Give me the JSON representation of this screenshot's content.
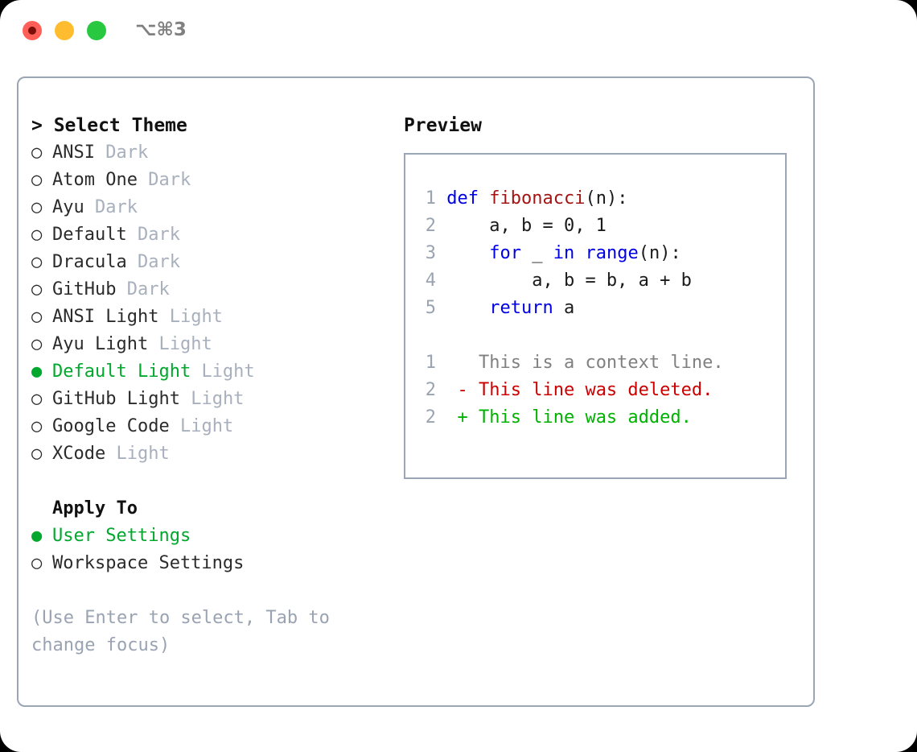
{
  "titlebar": {
    "shortcut": "⌥⌘3",
    "buttons": {
      "close": "close",
      "minimize": "minimize",
      "maximize": "maximize"
    }
  },
  "theme_picker": {
    "header": "> Select Theme",
    "options": [
      {
        "bullet": "○",
        "name": "ANSI",
        "badge": "Dark",
        "selected": false
      },
      {
        "bullet": "○",
        "name": "Atom One",
        "badge": "Dark",
        "selected": false
      },
      {
        "bullet": "○",
        "name": "Ayu",
        "badge": "Dark",
        "selected": false
      },
      {
        "bullet": "○",
        "name": "Default",
        "badge": "Dark",
        "selected": false
      },
      {
        "bullet": "○",
        "name": "Dracula",
        "badge": "Dark",
        "selected": false
      },
      {
        "bullet": "○",
        "name": "GitHub",
        "badge": "Dark",
        "selected": false
      },
      {
        "bullet": "○",
        "name": "ANSI Light",
        "badge": "Light",
        "selected": false
      },
      {
        "bullet": "○",
        "name": "Ayu Light",
        "badge": "Light",
        "selected": false
      },
      {
        "bullet": "●",
        "name": "Default Light",
        "badge": "Light",
        "selected": true
      },
      {
        "bullet": "○",
        "name": "GitHub Light",
        "badge": "Light",
        "selected": false
      },
      {
        "bullet": "○",
        "name": "Google Code",
        "badge": "Light",
        "selected": false
      },
      {
        "bullet": "○",
        "name": "XCode",
        "badge": "Light",
        "selected": false
      }
    ]
  },
  "apply_to": {
    "header": "Apply To",
    "options": [
      {
        "bullet": "●",
        "name": "User Settings",
        "selected": true
      },
      {
        "bullet": "○",
        "name": "Workspace Settings",
        "selected": false
      }
    ]
  },
  "hint": "(Use Enter to select, Tab to change focus)",
  "preview": {
    "title": "Preview",
    "code_lines": [
      {
        "no": "1",
        "indent": "",
        "tokens": [
          {
            "t": "def",
            "c": "kw"
          },
          {
            "t": " ",
            "c": "code-text"
          },
          {
            "t": "fibonacci",
            "c": "fn"
          },
          {
            "t": "(n):",
            "c": "code-text"
          }
        ]
      },
      {
        "no": "2",
        "indent": "    ",
        "tokens": [
          {
            "t": "a, b = 0, 1",
            "c": "code-text"
          }
        ]
      },
      {
        "no": "3",
        "indent": "    ",
        "tokens": [
          {
            "t": "for",
            "c": "kw"
          },
          {
            "t": " _ ",
            "c": "code-text"
          },
          {
            "t": "in",
            "c": "kw"
          },
          {
            "t": " ",
            "c": "code-text"
          },
          {
            "t": "range",
            "c": "kw"
          },
          {
            "t": "(n):",
            "c": "code-text"
          }
        ]
      },
      {
        "no": "4",
        "indent": "        ",
        "tokens": [
          {
            "t": "a, b = b, a + b",
            "c": "code-text"
          }
        ]
      },
      {
        "no": "5",
        "indent": "    ",
        "tokens": [
          {
            "t": "return",
            "c": "kw"
          },
          {
            "t": " a",
            "c": "code-text"
          }
        ]
      }
    ],
    "diff_lines": [
      {
        "no": "1",
        "marker": " ",
        "text": " This is a context line.",
        "kind": "d-ctx"
      },
      {
        "no": "2",
        "marker": "-",
        "text": " This line was deleted.",
        "kind": "d-del"
      },
      {
        "no": "2",
        "marker": "+",
        "text": " This line was added.",
        "kind": "d-add"
      }
    ]
  },
  "colors": {
    "accent_green": "#00a82d",
    "badge_gray": "#a8b0bd",
    "border_slate": "#9aa5b5",
    "keyword_blue": "#0000e6",
    "function_red": "#a31515",
    "diff_added": "#00b200",
    "diff_deleted": "#cc0000",
    "diff_context": "#808080",
    "hint_gray": "#9aa3b2"
  }
}
